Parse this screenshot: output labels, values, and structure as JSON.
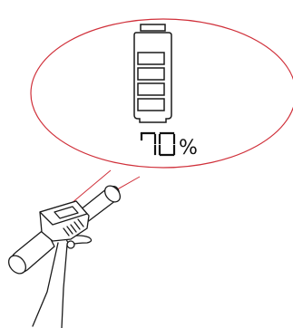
{
  "battery": {
    "percent_value": 70,
    "digits": "70",
    "percent_sign": "%",
    "bars_total": 4,
    "bars_shown": 4
  },
  "colors": {
    "callout_outline": "#d0303a",
    "line": "#1a1a1a",
    "background": "#ffffff"
  },
  "icons": {
    "battery": "battery-icon",
    "handlebar": "handlebar-grip",
    "display": "handlebar-display"
  }
}
